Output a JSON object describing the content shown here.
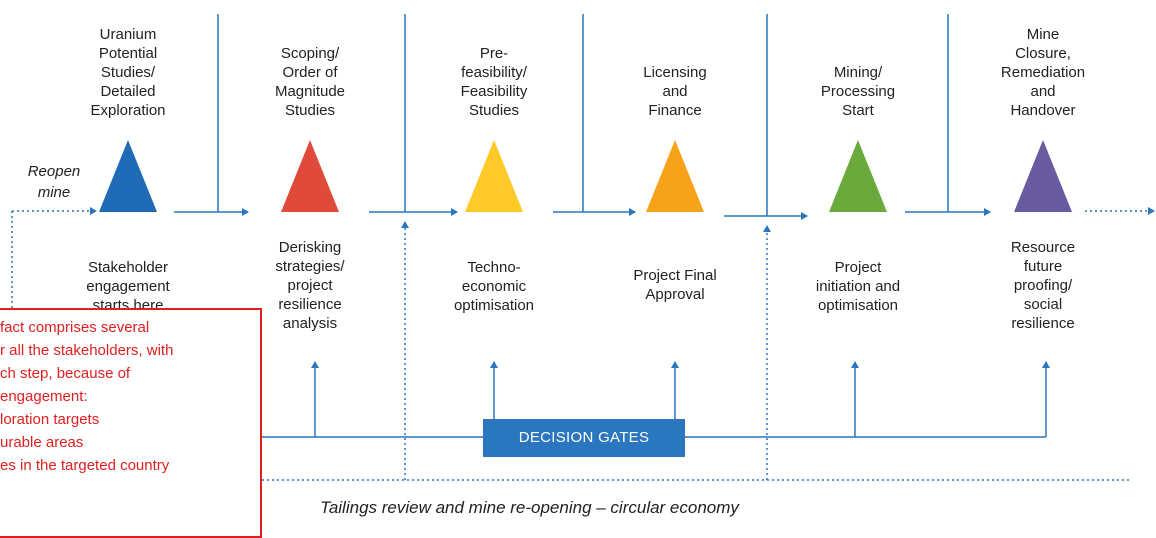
{
  "diagram": {
    "stages": [
      {
        "title_lines": [
          "Uranium",
          "Potential",
          "Studies/",
          "Detailed",
          "Exploration"
        ],
        "color": "#1f6bb5",
        "desc_lines": [
          "Stakeholder",
          "engagement",
          "starts here"
        ]
      },
      {
        "title_lines": [
          "Scoping/",
          "Order of",
          "Magnitude",
          "Studies"
        ],
        "color": "#e04a3a",
        "desc_lines": [
          "Derisking",
          "strategies/",
          "project",
          "resilience",
          "analysis"
        ]
      },
      {
        "title_lines": [
          "Pre-",
          "feasibility/",
          "Feasibility",
          "Studies"
        ],
        "color": "#ffc928",
        "desc_lines": [
          "Techno-",
          "economic",
          "optimisation"
        ]
      },
      {
        "title_lines": [
          "Licensing",
          "and",
          "Finance"
        ],
        "color": "#f7a21b",
        "desc_lines": [
          "Project Final",
          "Approval"
        ]
      },
      {
        "title_lines": [
          "Mining/",
          "Processing",
          "Start"
        ],
        "color": "#6aa93b",
        "desc_lines": [
          "Project",
          "initiation and",
          "optimisation"
        ]
      },
      {
        "title_lines": [
          "Mine",
          "Closure,",
          "Remediation",
          "and",
          "Handover"
        ],
        "color": "#6a5aa0",
        "desc_lines": [
          "Resource",
          "future",
          "proofing/",
          "social",
          "resilience"
        ]
      }
    ],
    "reopen_label": [
      "Reopen",
      "mine"
    ],
    "decision_gates": "DECISION GATES",
    "circular_label": "Tailings review and mine re-opening – circular economy",
    "line_color": "#2a76bf"
  },
  "callout": {
    "lines": [
      "fact comprises several",
      "r all the stakeholders, with",
      "ch step, because of",
      "engagement:",
      "loration targets",
      "urable areas",
      "es in the targeted country"
    ],
    "color": "#e02020"
  }
}
